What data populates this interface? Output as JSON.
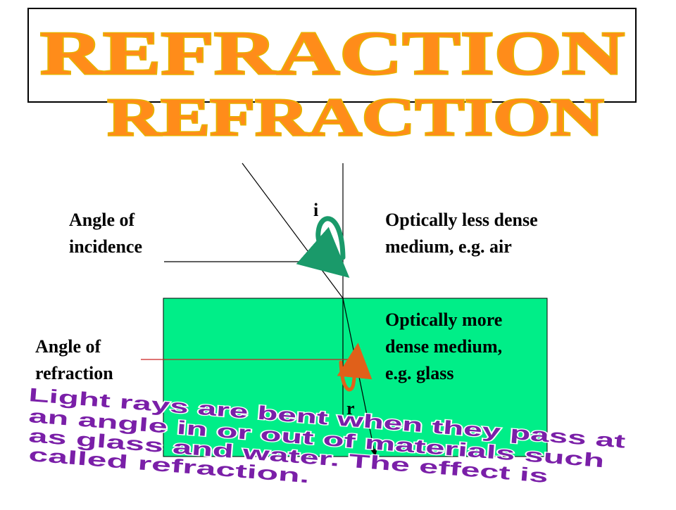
{
  "title": {
    "text": "REFRACTION",
    "fill_color": "#FF8C1A",
    "outline_color": "#E8B000"
  },
  "labels": {
    "angle_incidence_line1": "Angle of",
    "angle_incidence_line2": "incidence",
    "angle_refraction_line1": "Angle of",
    "angle_refraction_line2": "refraction",
    "angle_i": "i",
    "angle_r": "r",
    "less_dense_line1": "Optically less dense",
    "less_dense_line2": "medium, e.g. air",
    "more_dense_line1": "Optically more",
    "more_dense_line2": "dense medium,",
    "more_dense_line3": "e.g. glass"
  },
  "caption": {
    "lines": [
      "Light rays are bent when they pass at",
      "an angle in or out of materials such",
      "as glass and water. The effect is",
      "called refraction."
    ],
    "fill_color": "#7A1FA8"
  },
  "colors": {
    "glass": "#00EE88",
    "arc_incidence": "#1A9A6A",
    "arc_refraction": "#E0601A",
    "pointer_line": "#CC2222"
  }
}
